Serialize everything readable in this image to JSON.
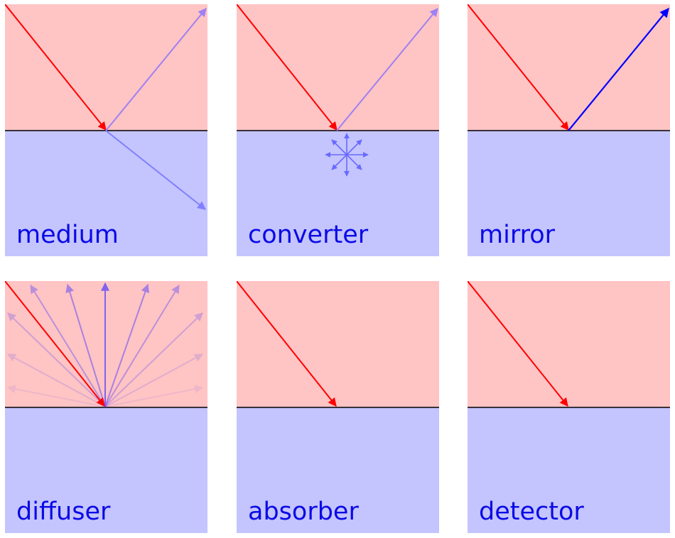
{
  "colors": {
    "upper_medium": "#ffc4c4",
    "lower_medium": "#c4c4ff",
    "interface_line": "#000000",
    "incident_ray": "#ff0000",
    "reflected_ray": "#9e80f5",
    "refracted_ray": "#8080ff",
    "emitted_ray": "#6a6aff",
    "mirror_ray": "#0000ff",
    "label_text": "#0a0ae6"
  },
  "panels": [
    {
      "id": "medium",
      "label": "medium"
    },
    {
      "id": "converter",
      "label": "converter"
    },
    {
      "id": "mirror",
      "label": "mirror"
    },
    {
      "id": "diffuser",
      "label": "diffuser"
    },
    {
      "id": "absorber",
      "label": "absorber"
    },
    {
      "id": "detector",
      "label": "detector"
    }
  ]
}
